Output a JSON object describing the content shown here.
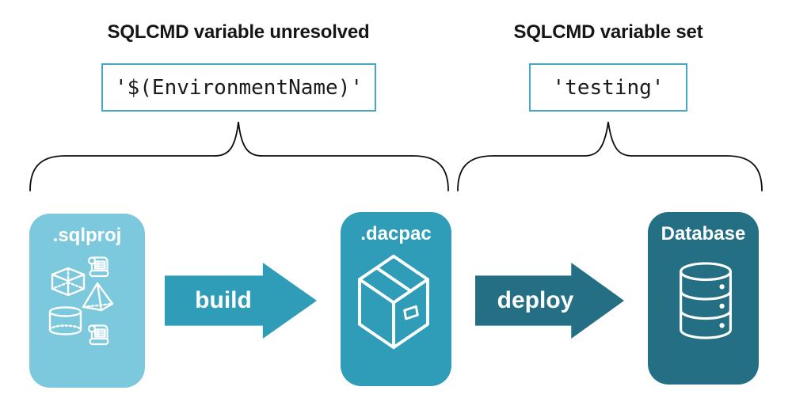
{
  "annotations": {
    "left": {
      "heading": "SQLCMD variable unresolved",
      "code": "'$(EnvironmentName)'"
    },
    "right": {
      "heading": "SQLCMD variable set",
      "code": "'testing'"
    }
  },
  "pipeline": {
    "nodes": [
      {
        "label": ".sqlproj",
        "icon": "sql-schema-objects-icon",
        "fill": "#7cc8dc"
      },
      {
        "label": ".dacpac",
        "icon": "package-box-icon",
        "fill": "#2f9db8"
      },
      {
        "label": "Database",
        "icon": "database-cylinder-icon",
        "fill": "#246f84"
      }
    ],
    "arrows": [
      {
        "label": "build",
        "fill": "#2f9db8"
      },
      {
        "label": "deploy",
        "fill": "#246f84"
      }
    ]
  },
  "colors": {
    "background": "#ffffff",
    "heading_text": "#161616",
    "code_text": "#1a1a1a",
    "code_box_border": "#44a7c3",
    "brace_stroke": "#0d0d0d",
    "node_label_text": "#ffffff",
    "icon_stroke": "#ffffff"
  }
}
